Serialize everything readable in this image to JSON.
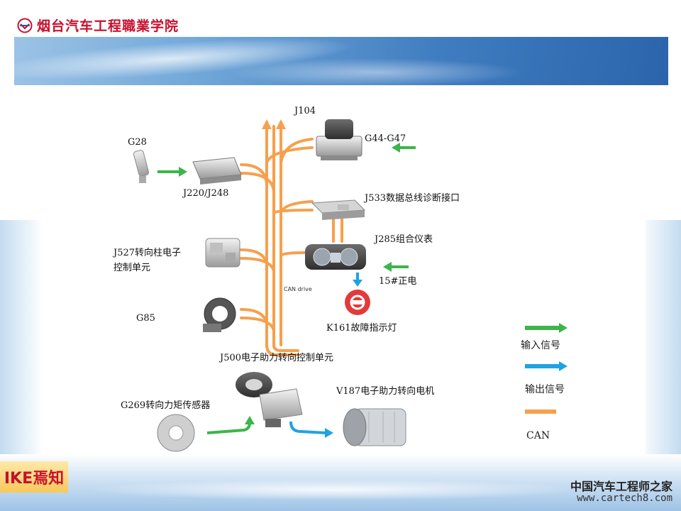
{
  "header": {
    "college_name": "烟台汽车工程職業学院"
  },
  "watermarks": {
    "ike": "IKE焉知",
    "site_name": "中国汽车工程师之家",
    "url": "www.cartech8.com"
  },
  "labels": {
    "j104": "J104",
    "g44": "G44-G47",
    "g28": "G28",
    "j220": "J220/J248",
    "j533": "J533数据总线诊断接口",
    "j285": "J285组合仪表",
    "j527_line1": "J527转向柱电子",
    "j527_line2": "控制单元",
    "terminal15": "15#正电",
    "can_drive": "CAN drive",
    "g85": "G85",
    "k161": "K161故障指示灯",
    "j500": "J500电子助力转向控制单元",
    "v187": "V187电子助力转向电机",
    "g269": "G269转向力矩传感器"
  },
  "legend": {
    "input": "输入信号",
    "output": "输出信号",
    "can": "CAN"
  },
  "colors": {
    "can_bus": "#f6a04d",
    "input_arrow": "#3cb54a",
    "output_arrow": "#1fa3e0",
    "brand_red": "#c8102e"
  }
}
